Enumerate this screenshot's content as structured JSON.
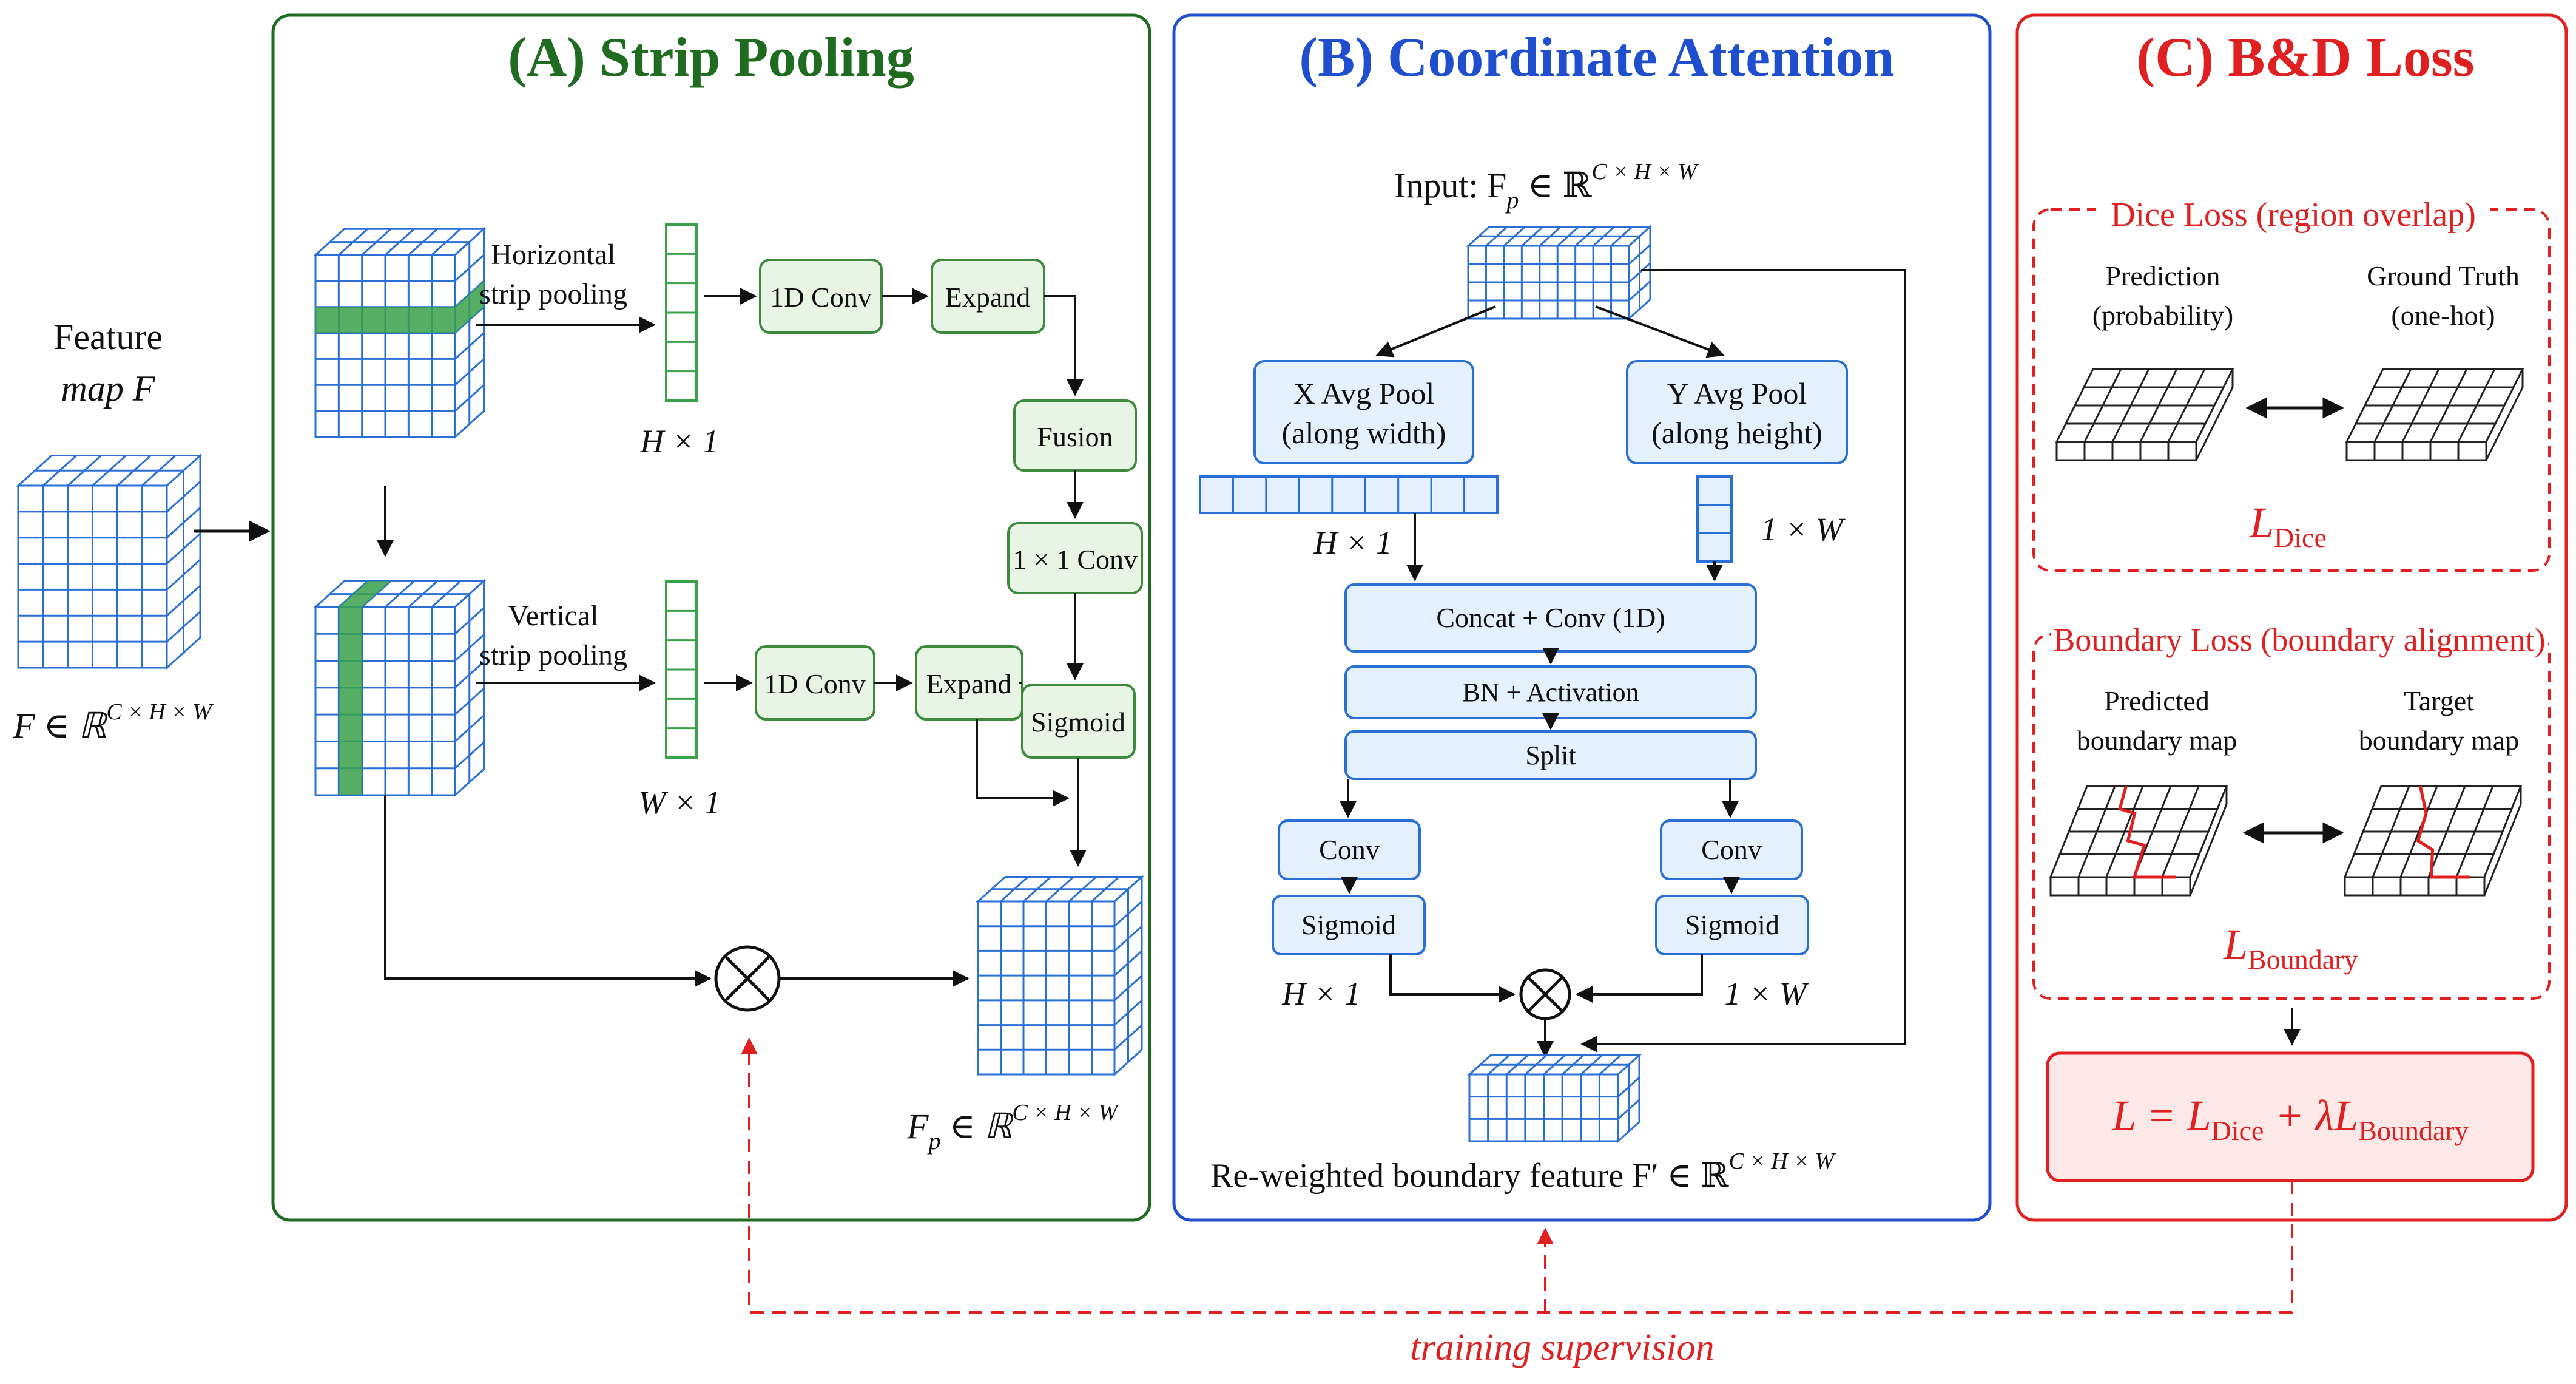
{
  "panels": {
    "a": {
      "title": "(A) Strip Pooling",
      "color": "#1f6b1f"
    },
    "b": {
      "title": "(B) Coordinate Attention",
      "color": "#1f4fcf"
    },
    "c": {
      "title": "(C) B&D Loss",
      "color": "#e02020"
    }
  },
  "input": {
    "label_line1": "Feature",
    "label_line2": "map F",
    "dims": "F ∈ ℝ",
    "dims_sup": "C × H × W"
  },
  "strip": {
    "horizontal_line1": "Horizontal",
    "horizontal_line2": "strip pooling",
    "vertical_line1": "Vertical",
    "vertical_line2": "strip pooling",
    "h_dim": "H × 1",
    "w_dim": "W × 1",
    "conv1d_top": "1D Conv",
    "expand_top": "Expand",
    "conv1d_bottom": "1D Conv",
    "expand_bottom": "Expand",
    "fusion": "Fusion",
    "conv1x1": "1 × 1 Conv",
    "sigmoid": "Sigmoid",
    "output": "F",
    "output_sub": "p",
    "output_rest": " ∈ ℝ",
    "output_sup": "C × H × W"
  },
  "coord": {
    "input_label": "Input:  F",
    "input_sub": "p",
    "input_rest": " ∈ ℝ",
    "input_sup": "C × H × W",
    "xpool_line1": "X Avg Pool",
    "xpool_line2": "(along width)",
    "ypool_line1": "Y Avg Pool",
    "ypool_line2": "(along height)",
    "h_dim": "H × 1",
    "w_dim": "1 × W",
    "concat": "Concat + Conv (1D)",
    "bn": "BN + Activation",
    "split": "Split",
    "conv_left": "Conv",
    "conv_right": "Conv",
    "sigmoid_left": "Sigmoid",
    "sigmoid_right": "Sigmoid",
    "h_dim2": "H × 1",
    "w_dim2": "1 × W",
    "output_label": "Re-weighted boundary feature  F′ ∈ ℝ",
    "output_sup": "C × H × W"
  },
  "loss": {
    "dice_title": "Dice Loss (region overlap)",
    "pred_line1": "Prediction",
    "pred_line2": "(probability)",
    "gt_line1": "Ground Truth",
    "gt_line2": "(one-hot)",
    "dice_symbol": "L",
    "dice_sub": "Dice",
    "boundary_title": "Boundary Loss (boundary alignment)",
    "pb_line1": "Predicted",
    "pb_line2": "boundary map",
    "tb_line1": "Target",
    "tb_line2": "boundary map",
    "boundary_symbol": "L",
    "boundary_sub": "Boundary",
    "formula_l": "L = L",
    "formula_dice": "Dice",
    "formula_plus": " + λL",
    "formula_boundary": "Boundary"
  },
  "supervision": "training supervision",
  "colors": {
    "green": "#1f6b1f",
    "green_fill": "#e8f4e4",
    "green_stroke": "#3d8a3d",
    "blue": "#1f4fcf",
    "blue_fill": "#e4f0fb",
    "blue_stroke": "#2a6fd6",
    "red": "#e02020",
    "red_fill": "#fde8e8",
    "arrow": "#111111"
  }
}
